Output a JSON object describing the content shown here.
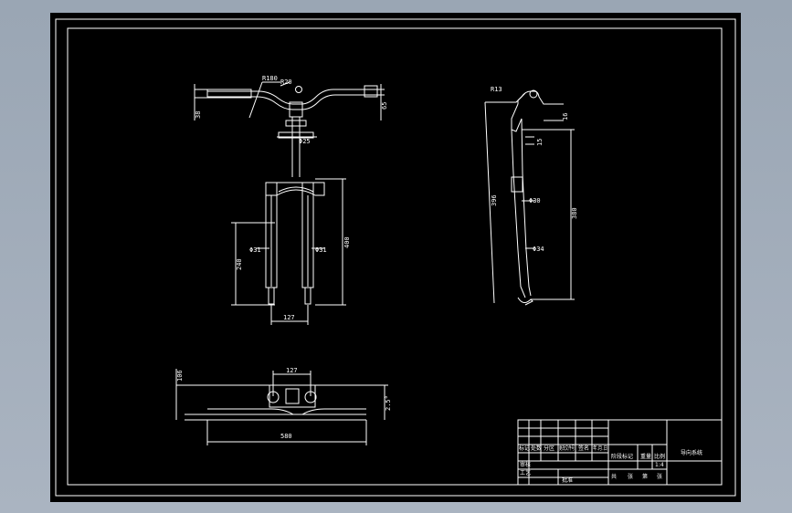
{
  "drawing": {
    "front_view": {
      "handlebar_dims": {
        "r180": "R180",
        "r20": "R20",
        "w38": "38",
        "h65": "65"
      },
      "stem_dia": "Φ25",
      "fork_dims": {
        "h240": "240",
        "h400": "400",
        "d31_left": "Φ31",
        "d31_right": "Φ31",
        "width_127": "127"
      }
    },
    "side_view": {
      "r13": "R13",
      "h15": "15",
      "h16": "16",
      "d30": "Φ30",
      "d34": "Φ34",
      "len_396": "396",
      "len_380": "380"
    },
    "top_view": {
      "w127": "127",
      "h106": "106",
      "angle": "2.5°",
      "length_580": "580"
    },
    "title_block": {
      "title": "导向系统",
      "scale": "1:4",
      "cells": [
        "审核",
        "工艺",
        "批准",
        "标记",
        "处数",
        "分区",
        "更改文件号",
        "签名",
        "年.月.日",
        "阶段标记",
        "重量",
        "比例",
        "共",
        "张",
        "第",
        "张"
      ]
    }
  }
}
